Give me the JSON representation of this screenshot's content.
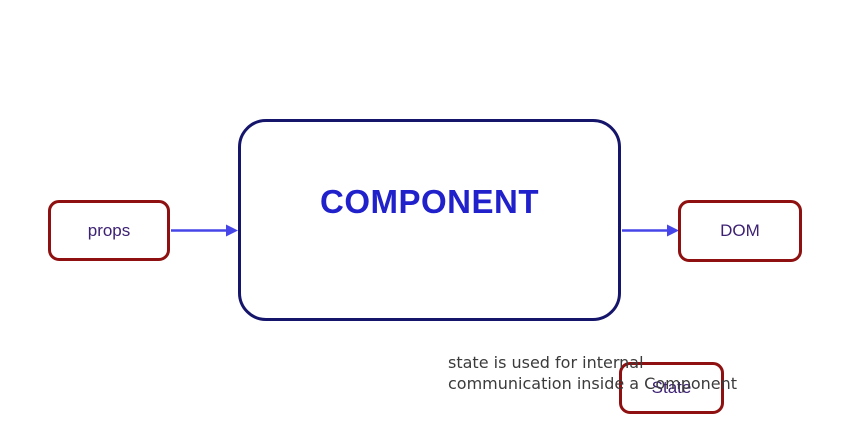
{
  "diagram": {
    "nodes": {
      "props": {
        "label": "props"
      },
      "component": {
        "label": "COMPONENT"
      },
      "state": {
        "label": "State"
      },
      "dom": {
        "label": "DOM"
      }
    },
    "arrows": [
      {
        "name": "props-to-component",
        "from": "props",
        "to": "component"
      },
      {
        "name": "component-to-dom",
        "from": "component",
        "to": "dom"
      }
    ],
    "caption": {
      "line1": "state is used for internal",
      "line2": "communication inside a Component"
    },
    "colors": {
      "background": "#ffffff",
      "border_red": "#8e1010",
      "border_navy": "#15156b",
      "text_blue": "#2121cc",
      "text_purple": "#3d2173",
      "arrow_blue": "#4646e8",
      "caption_gray": "#3b3b3b"
    }
  }
}
